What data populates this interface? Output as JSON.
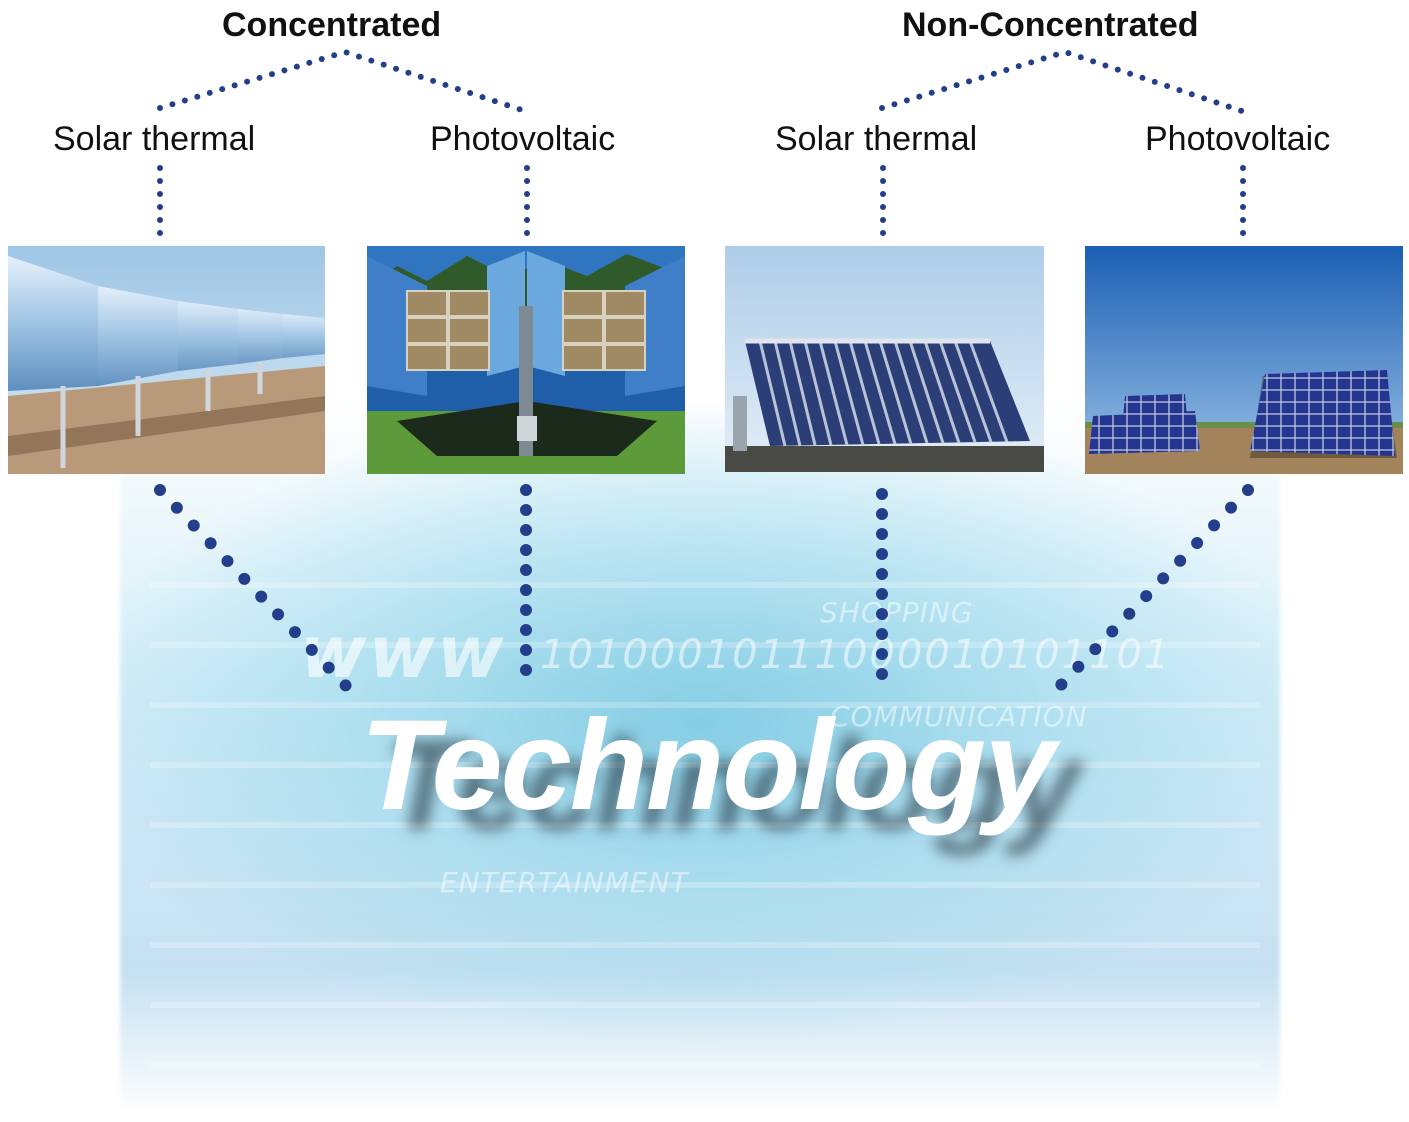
{
  "groups": [
    {
      "title": "Concentrated",
      "left_label": "Solar thermal",
      "right_label": "Photovoltaic"
    },
    {
      "title": "Non-Concentrated",
      "left_label": "Solar thermal",
      "right_label": "Photovoltaic"
    }
  ],
  "center_word": "Technology",
  "background_text": {
    "digits": "10100010111000010101101",
    "www": "www",
    "shopping": "SHOPPING",
    "communication": "COMMUNICATION",
    "entertainment": "ENTERTAINMENT"
  },
  "colors": {
    "dots": "#233e8b",
    "text": "#111111",
    "sky": "#2a6fc4"
  },
  "photos": [
    {
      "icon": "parabolic-trough-mirrors-photo"
    },
    {
      "icon": "concentrator-pv-tracker-photo"
    },
    {
      "icon": "solar-thermal-collector-photo"
    },
    {
      "icon": "pv-tracker-array-photo"
    }
  ]
}
